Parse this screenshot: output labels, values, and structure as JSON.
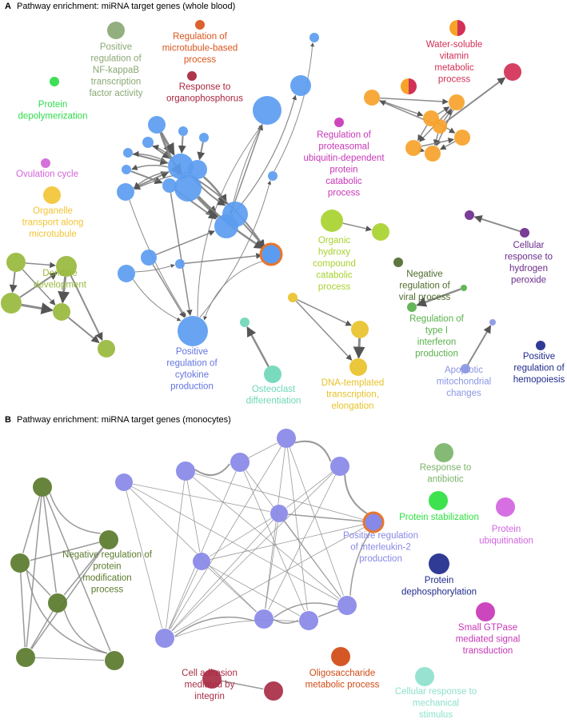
{
  "panels": [
    {
      "letter": "A",
      "title": "Pathway enrichment: miRNA target genes (whole blood)",
      "clusters": [
        {
          "id": "tnf",
          "lines": [
            "Positive",
            "regulation of",
            "NF-kappaB",
            "transcription",
            "factor activity"
          ],
          "color": "#8aa874"
        },
        {
          "id": "mtb",
          "lines": [
            "Regulation of",
            "microtubule-based",
            "process"
          ],
          "color": "#d9541c"
        },
        {
          "id": "org",
          "lines": [
            "Response to",
            "organophosphorus"
          ],
          "color": "#a8243c"
        },
        {
          "id": "depol",
          "lines": [
            "Protein",
            "depolymerization"
          ],
          "color": "#2edc4a"
        },
        {
          "id": "ovul",
          "lines": [
            "Ovulation cycle"
          ],
          "color": "#d264d8"
        },
        {
          "id": "organelle",
          "lines": [
            "Organelle",
            "transport along",
            "microtubule"
          ],
          "color": "#f2c435"
        },
        {
          "id": "dend",
          "lines": [
            "Dendrite",
            "development"
          ],
          "color": "#98b83c"
        },
        {
          "id": "prot",
          "lines": [
            "Regulation of",
            "proteasomal",
            "ubiquitin-dependent",
            "protein",
            "catabolic",
            "process"
          ],
          "color": "#c837b8"
        },
        {
          "id": "vit",
          "lines": [
            "Water-soluble",
            "vitamin",
            "metabolic",
            "process"
          ],
          "color": "#d23055"
        },
        {
          "id": "hydroxy",
          "lines": [
            "Organic",
            "hydroxy",
            "compound",
            "catabolic",
            "process"
          ],
          "color": "#a8d22f"
        },
        {
          "id": "viral",
          "lines": [
            "Negative",
            "regulation of",
            "viral process"
          ],
          "color": "#4f6b2e"
        },
        {
          "id": "h2o2",
          "lines": [
            "Cellular",
            "response to",
            "hydrogen",
            "peroxide"
          ],
          "color": "#6c2c8c"
        },
        {
          "id": "ifn",
          "lines": [
            "Regulation of",
            "type I",
            "interferon",
            "production"
          ],
          "color": "#58b04a"
        },
        {
          "id": "cyto",
          "lines": [
            "Positive",
            "regulation of",
            "cytokine",
            "production"
          ],
          "color": "#6474e0"
        },
        {
          "id": "osteo",
          "lines": [
            "Osteoclast",
            "differentiation"
          ],
          "color": "#6fd7b8"
        },
        {
          "id": "dna",
          "lines": [
            "DNA-templated",
            "transcription,",
            "elongation"
          ],
          "color": "#e8c22a"
        },
        {
          "id": "apop",
          "lines": [
            "Apoptotic",
            "mitochondrial",
            "changes"
          ],
          "color": "#8a96e4"
        },
        {
          "id": "hemo",
          "lines": [
            "Positive",
            "regulation of",
            "hemopoiesis"
          ],
          "color": "#1f2a8c"
        }
      ]
    },
    {
      "letter": "B",
      "title": "Pathway enrichment: miRNA target genes (monocytes)",
      "clusters": [
        {
          "id": "negprot",
          "lines": [
            "Negative regulation of",
            "protein",
            "modification",
            "process"
          ],
          "color": "#5a7a2c"
        },
        {
          "id": "il2",
          "lines": [
            "Positive regulation",
            "of interleukin-2",
            "production"
          ],
          "color": "#8888e8"
        },
        {
          "id": "antib",
          "lines": [
            "Response to",
            "antibiotic"
          ],
          "color": "#7ab46a"
        },
        {
          "id": "stab",
          "lines": [
            "Protein stabilization"
          ],
          "color": "#2ee040"
        },
        {
          "id": "ubiq",
          "lines": [
            "Protein",
            "ubiquitination"
          ],
          "color": "#d264e0"
        },
        {
          "id": "dephos",
          "lines": [
            "Protein",
            "dephosphorylation"
          ],
          "color": "#1e2a8c"
        },
        {
          "id": "gtp",
          "lines": [
            "Small GTPase",
            "mediated signal",
            "transduction"
          ],
          "color": "#c837b8"
        },
        {
          "id": "oligo",
          "lines": [
            "Oligosaccharide",
            "metabolic process"
          ],
          "color": "#d04a14"
        },
        {
          "id": "mech",
          "lines": [
            "Cellular response to",
            "mechanical",
            "stimulus"
          ],
          "color": "#8ee0cc"
        },
        {
          "id": "adh",
          "lines": [
            "Cell adhesion",
            "mediated by",
            "integrin"
          ],
          "color": "#a82c44"
        }
      ]
    }
  ]
}
